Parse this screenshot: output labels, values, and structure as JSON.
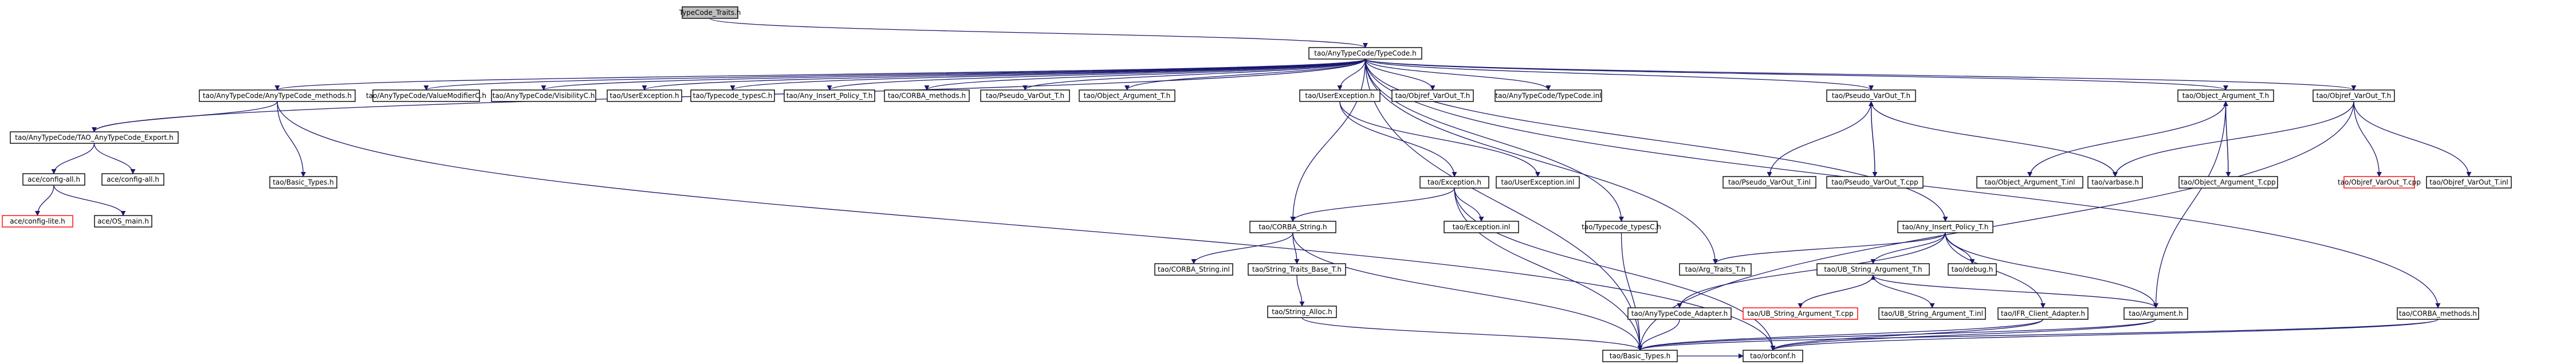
{
  "title": "TypeCode_Traits.h",
  "colors": {
    "edge": "#191970",
    "node_border": "#000000",
    "missing_border": "#ff0000",
    "root_fill": "#bfbfbf",
    "node_fill": "#ffffff",
    "text": "#000000",
    "missing_text": "#000000"
  },
  "nodes": [
    {
      "id": "n0",
      "label": "TypeCode_Traits.h",
      "kind": "root"
    },
    {
      "id": "n1",
      "label": "tao/AnyTypeCode/TypeCode.h",
      "kind": "normal"
    },
    {
      "id": "n2",
      "label": "tao/AnyTypeCode/AnyTypeCode_methods.h",
      "kind": "normal"
    },
    {
      "id": "n3",
      "label": "tao/AnyTypeCode/ValueModifierC.h",
      "kind": "normal"
    },
    {
      "id": "n4",
      "label": "tao/AnyTypeCode/VisibilityC.h",
      "kind": "normal"
    },
    {
      "id": "n5",
      "label": "tao/UserException.h",
      "kind": "normal"
    },
    {
      "id": "n6",
      "label": "tao/Typecode_typesC.h",
      "kind": "normal"
    },
    {
      "id": "n7",
      "label": "tao/Any_Insert_Policy_T.h",
      "kind": "normal"
    },
    {
      "id": "n8",
      "label": "tao/CORBA_methods.h",
      "kind": "normal"
    },
    {
      "id": "n9",
      "label": "tao/Pseudo_VarOut_T.h",
      "kind": "normal"
    },
    {
      "id": "n10",
      "label": "tao/Object_Argument_T.h",
      "kind": "normal"
    },
    {
      "id": "n11",
      "label": "tao/UserException.h",
      "kind": "normal"
    },
    {
      "id": "n12",
      "label": "tao/Objref_VarOut_T.h",
      "kind": "normal"
    },
    {
      "id": "n13",
      "label": "tao/AnyTypeCode/TypeCode.inl",
      "kind": "normal"
    },
    {
      "id": "n14",
      "label": "tao/Pseudo_VarOut_T.h",
      "kind": "normal"
    },
    {
      "id": "n15",
      "label": "tao/Object_Argument_T.h",
      "kind": "normal"
    },
    {
      "id": "n16",
      "label": "tao/Objref_VarOut_T.h",
      "kind": "normal"
    },
    {
      "id": "n17",
      "label": "tao/AnyTypeCode/TAO_AnyTypeCode_Export.h",
      "kind": "normal"
    },
    {
      "id": "n18",
      "label": "tao/Basic_Types.h",
      "kind": "normal"
    },
    {
      "id": "n19",
      "label": "tao/Exception.h",
      "kind": "normal"
    },
    {
      "id": "n20",
      "label": "tao/UserException.inl",
      "kind": "normal"
    },
    {
      "id": "n21",
      "label": "tao/Pseudo_VarOut_T.inl",
      "kind": "normal"
    },
    {
      "id": "n22",
      "label": "tao/Pseudo_VarOut_T.cpp",
      "kind": "normal"
    },
    {
      "id": "n23",
      "label": "tao/Object_Argument_T.inl",
      "kind": "normal"
    },
    {
      "id": "n24",
      "label": "tao/varbase.h",
      "kind": "normal"
    },
    {
      "id": "n25",
      "label": "tao/Object_Argument_T.cpp",
      "kind": "normal"
    },
    {
      "id": "n26",
      "label": "tao/Objref_VarOut_T.cpp",
      "kind": "missing"
    },
    {
      "id": "n27",
      "label": "tao/Objref_VarOut_T.inl",
      "kind": "normal"
    },
    {
      "id": "n28",
      "label": "ace/config-all.h",
      "kind": "normal"
    },
    {
      "id": "n29",
      "label": "ace/config-all.h",
      "kind": "normal"
    },
    {
      "id": "n30",
      "label": "ace/config-lite.h",
      "kind": "missing"
    },
    {
      "id": "n31",
      "label": "ace/OS_main.h",
      "kind": "normal"
    },
    {
      "id": "n32",
      "label": "tao/CORBA_String.h",
      "kind": "normal"
    },
    {
      "id": "n33",
      "label": "tao/Exception.inl",
      "kind": "normal"
    },
    {
      "id": "n34",
      "label": "tao/Typecode_typesC.h",
      "kind": "normal"
    },
    {
      "id": "n35",
      "label": "tao/Any_Insert_Policy_T.h",
      "kind": "normal"
    },
    {
      "id": "n36",
      "label": "tao/CORBA_String.inl",
      "kind": "normal"
    },
    {
      "id": "n37",
      "label": "tao/String_Traits_Base_T.h",
      "kind": "normal"
    },
    {
      "id": "n38",
      "label": "tao/String_Alloc.h",
      "kind": "normal"
    },
    {
      "id": "n39",
      "label": "tao/Arg_Traits_T.h",
      "kind": "normal"
    },
    {
      "id": "n40",
      "label": "tao/UB_String_Argument_T.h",
      "kind": "normal"
    },
    {
      "id": "n41",
      "label": "tao/debug.h",
      "kind": "normal"
    },
    {
      "id": "n42",
      "label": "tao/AnyTypeCode_Adapter.h",
      "kind": "normal"
    },
    {
      "id": "n43",
      "label": "tao/UB_String_Argument_T.cpp",
      "kind": "missing"
    },
    {
      "id": "n44",
      "label": "tao/UB_String_Argument_T.inl",
      "kind": "normal"
    },
    {
      "id": "n45",
      "label": "tao/IFR_Client_Adapter.h",
      "kind": "normal"
    },
    {
      "id": "n46",
      "label": "tao/Argument.h",
      "kind": "normal"
    },
    {
      "id": "n47",
      "label": "tao/CORBA_methods.h",
      "kind": "normal"
    },
    {
      "id": "n48",
      "label": "tao/Basic_Types.h",
      "kind": "normal"
    },
    {
      "id": "n49",
      "label": "tao/orbconf.h",
      "kind": "normal"
    }
  ],
  "edges": [
    [
      "n0",
      "n1"
    ],
    [
      "n1",
      "n2"
    ],
    [
      "n1",
      "n3"
    ],
    [
      "n1",
      "n4"
    ],
    [
      "n1",
      "n5"
    ],
    [
      "n1",
      "n6"
    ],
    [
      "n1",
      "n7"
    ],
    [
      "n1",
      "n8"
    ],
    [
      "n1",
      "n9"
    ],
    [
      "n1",
      "n10"
    ],
    [
      "n1",
      "n11"
    ],
    [
      "n1",
      "n12"
    ],
    [
      "n1",
      "n13"
    ],
    [
      "n1",
      "n14"
    ],
    [
      "n1",
      "n15"
    ],
    [
      "n1",
      "n16"
    ],
    [
      "n1",
      "n17"
    ],
    [
      "n1",
      "n32"
    ],
    [
      "n1",
      "n34"
    ],
    [
      "n1",
      "n35"
    ],
    [
      "n1",
      "n39"
    ],
    [
      "n1",
      "n47"
    ],
    [
      "n1",
      "n48"
    ],
    [
      "n2",
      "n17"
    ],
    [
      "n2",
      "n18"
    ],
    [
      "n2",
      "n49"
    ],
    [
      "n11",
      "n19"
    ],
    [
      "n11",
      "n20"
    ],
    [
      "n14",
      "n21"
    ],
    [
      "n14",
      "n22"
    ],
    [
      "n22",
      "n14"
    ],
    [
      "n14",
      "n24"
    ],
    [
      "n15",
      "n23"
    ],
    [
      "n15",
      "n25"
    ],
    [
      "n25",
      "n15"
    ],
    [
      "n15",
      "n46"
    ],
    [
      "n16",
      "n24"
    ],
    [
      "n16",
      "n26"
    ],
    [
      "n16",
      "n27"
    ],
    [
      "n16",
      "n48"
    ],
    [
      "n17",
      "n28"
    ],
    [
      "n17",
      "n29"
    ],
    [
      "n28",
      "n30"
    ],
    [
      "n28",
      "n31"
    ],
    [
      "n19",
      "n32"
    ],
    [
      "n19",
      "n33"
    ],
    [
      "n19",
      "n48"
    ],
    [
      "n19",
      "n49"
    ],
    [
      "n32",
      "n36"
    ],
    [
      "n32",
      "n37"
    ],
    [
      "n32",
      "n48"
    ],
    [
      "n37",
      "n38"
    ],
    [
      "n38",
      "n48"
    ],
    [
      "n34",
      "n48"
    ],
    [
      "n35",
      "n39"
    ],
    [
      "n35",
      "n40"
    ],
    [
      "n35",
      "n41"
    ],
    [
      "n35",
      "n42"
    ],
    [
      "n35",
      "n45"
    ],
    [
      "n35",
      "n46"
    ],
    [
      "n40",
      "n43"
    ],
    [
      "n43",
      "n40"
    ],
    [
      "n40",
      "n44"
    ],
    [
      "n40",
      "n46"
    ],
    [
      "n42",
      "n48"
    ],
    [
      "n45",
      "n48"
    ],
    [
      "n45",
      "n49"
    ],
    [
      "n46",
      "n48"
    ],
    [
      "n46",
      "n49"
    ],
    [
      "n47",
      "n48"
    ],
    [
      "n47",
      "n49"
    ],
    [
      "n48",
      "n49"
    ]
  ]
}
